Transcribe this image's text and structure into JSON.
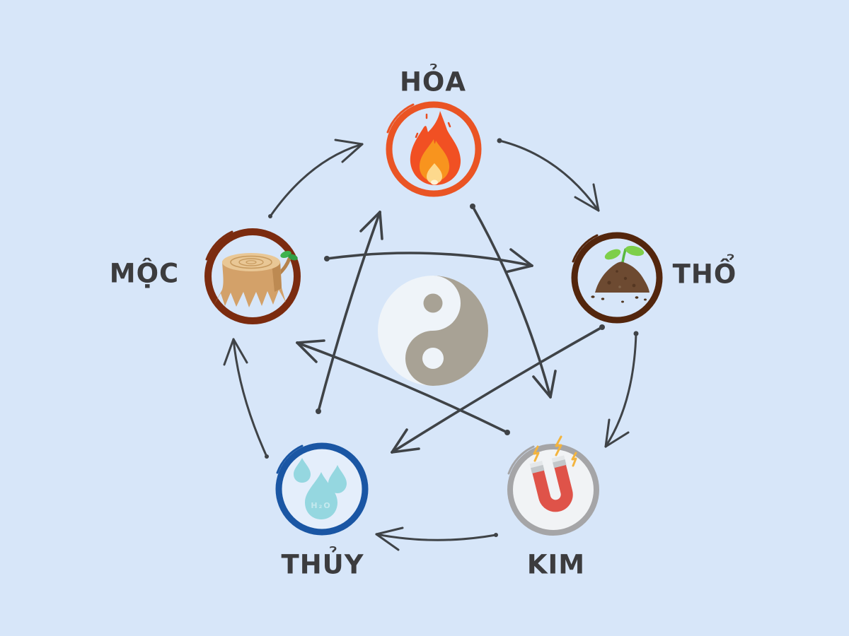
{
  "background_color": "#d7e6f9",
  "arrow_color": "#3f4347",
  "center_symbol": {
    "name": "yin-yang",
    "gray_color": "#a8a295",
    "light_color": "#eff4f9"
  },
  "elements": {
    "hoa": {
      "label": "HỎA",
      "meaning": "fire",
      "icon": "fire-icon",
      "ring_color": "#ea5424",
      "position": "top"
    },
    "tho": {
      "label": "THỔ",
      "meaning": "earth",
      "icon": "soil-sprout-icon",
      "ring_color": "#53260d",
      "position": "right"
    },
    "kim": {
      "label": "KIM",
      "meaning": "metal",
      "icon": "magnet-icon",
      "ring_color": "#a5a5a7",
      "position": "bottom-right"
    },
    "thuy": {
      "label": "THỦY",
      "meaning": "water",
      "icon": "water-drops-icon",
      "ring_color": "#1a56a4",
      "position": "bottom-left",
      "drop_text": "H₂O"
    },
    "moc": {
      "label": "MỘC",
      "meaning": "wood",
      "icon": "tree-stump-icon",
      "ring_color": "#7b2b0f",
      "position": "left"
    }
  },
  "cycles": {
    "outer_generating": [
      [
        "MỘC",
        "HỎA"
      ],
      [
        "HỎA",
        "THỔ"
      ],
      [
        "THỔ",
        "KIM"
      ],
      [
        "KIM",
        "THỦY"
      ],
      [
        "THỦY",
        "MỘC"
      ]
    ],
    "inner_overcoming": [
      [
        "THỦY",
        "HỎA"
      ],
      [
        "HỎA",
        "KIM"
      ],
      [
        "MỘC",
        "THỔ"
      ],
      [
        "THỔ",
        "THỦY"
      ],
      [
        "KIM",
        "MỘC"
      ]
    ]
  },
  "label_text_color": "#3c3c3e"
}
